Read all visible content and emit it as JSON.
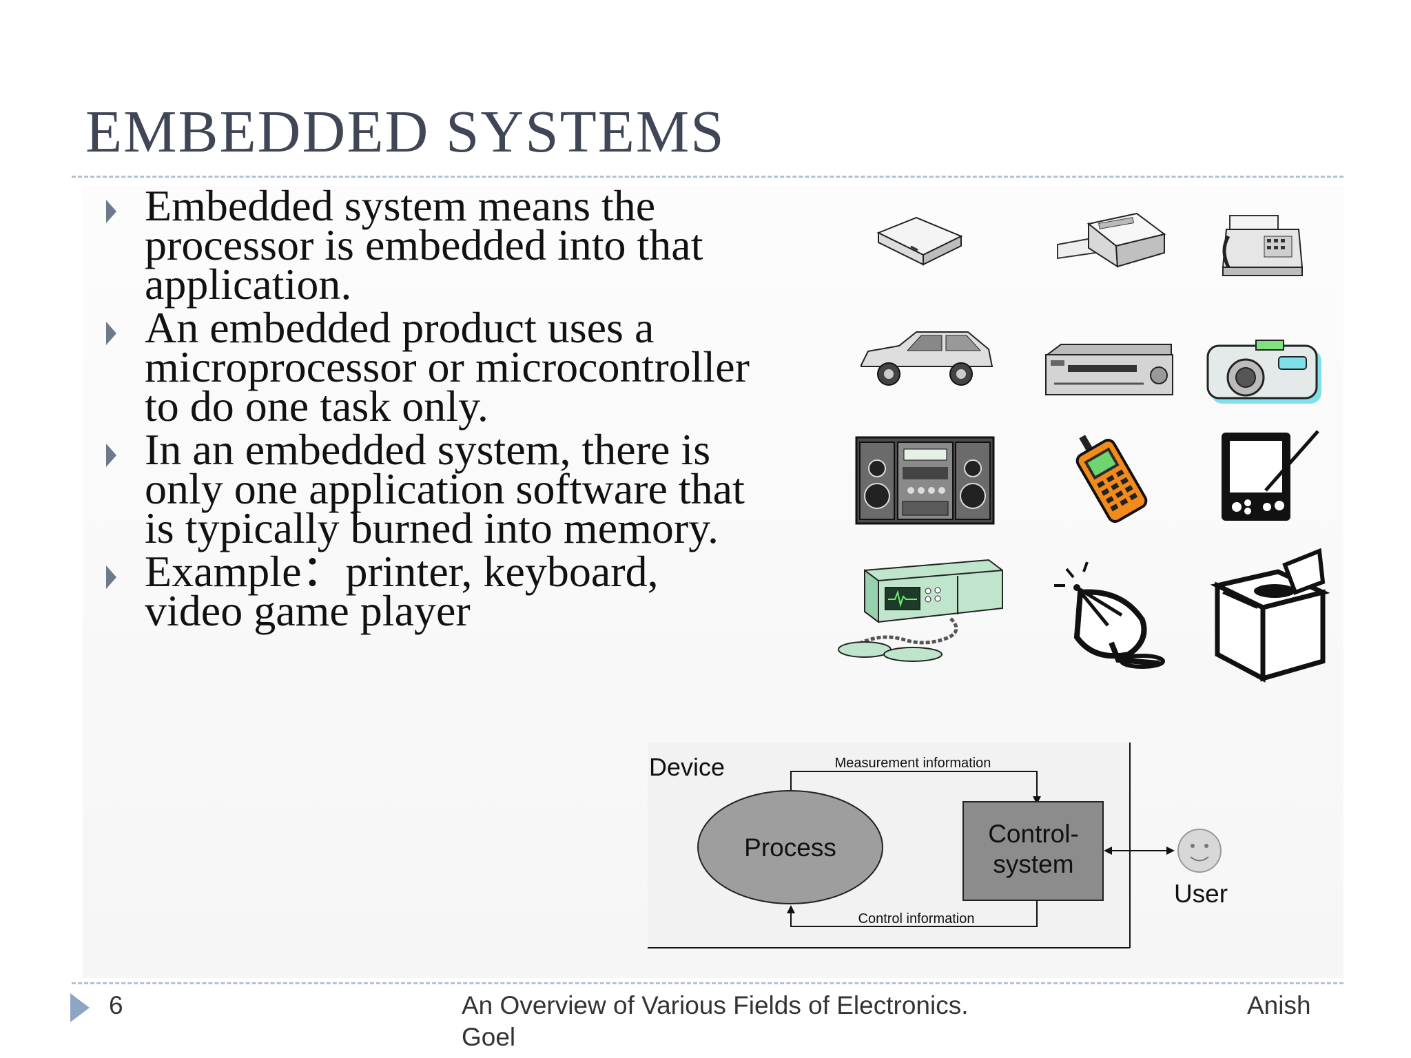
{
  "slide": {
    "title": "EMBEDDED SYSTEMS",
    "bullets": [
      {
        "text": "Embedded system means the processor is embedded into that application."
      },
      {
        "text": "An embedded product uses a microprocessor or microcontroller to do one task only."
      },
      {
        "text": "In an embedded system, there is only one application software that is typically burned into memory."
      },
      {
        "text": "Example：printer, keyboard, video game player"
      }
    ]
  },
  "devices": {
    "icons": [
      "scanner-icon",
      "printer-icon",
      "fax-machine-icon",
      "suv-car-icon",
      "vcr-icon",
      "digital-camera-icon",
      "stereo-system-icon",
      "mobile-phone-icon",
      "pda-icon",
      "defibrillator-icon",
      "satellite-dish-icon",
      "washing-machine-icon"
    ]
  },
  "diagram": {
    "device_label": "Device",
    "measurement_label": "Measurement information",
    "process_label": "Process",
    "control_system_line1": "Control-",
    "control_system_line2": "system",
    "control_info_label": "Control information",
    "user_label": "User"
  },
  "footer": {
    "page_number": "6",
    "course_title": "An Overview of  Various Fields of Electronics.",
    "author_first": "Anish",
    "author_last": "Goel"
  },
  "colors": {
    "title": "#3f4656",
    "rule": "#b4c1d0",
    "bullet_marker": "#6e7a8b",
    "footer_marker": "#8ea4c4",
    "process_fill": "#9e9e9e",
    "control_fill": "#8c8c8c"
  }
}
